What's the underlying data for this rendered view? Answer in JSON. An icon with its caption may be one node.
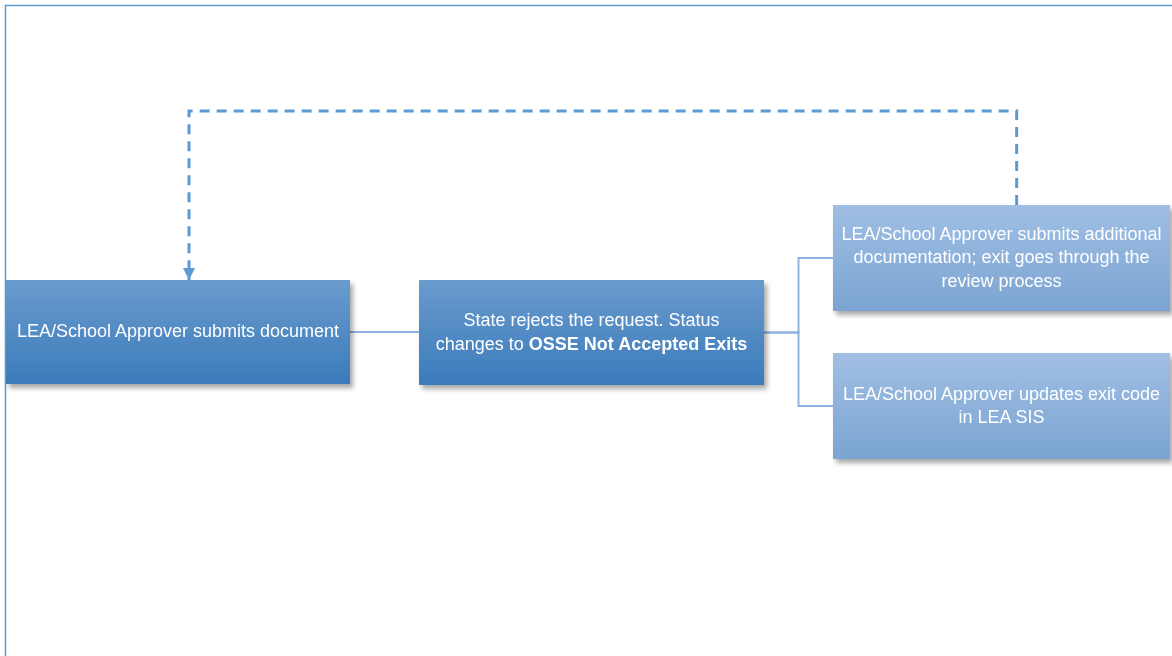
{
  "diagram": {
    "nodes": [
      {
        "text": [
          "LEA/School Approver submits document"
        ]
      },
      {
        "text": [
          "State rejects the request. Status changes to **OSSE Not Accepted Exits**"
        ]
      },
      {
        "text": [
          "LEA/School Approver submits additional documentation; exit goes through the review process"
        ]
      },
      {
        "text": [
          "LEA/School Approver updates exit code in LEA SIS"
        ]
      }
    ],
    "edges": [
      {
        "from": 0,
        "to": 1,
        "arrow": "none"
      },
      {
        "from": 1,
        "to": 2,
        "arrow": "none"
      },
      {
        "from": 1,
        "to": 3,
        "arrow": "none"
      },
      {
        "from": 2,
        "to": 0,
        "arrow": "to",
        "style": "dashed",
        "color": "#5b9bd5"
      }
    ]
  }
}
